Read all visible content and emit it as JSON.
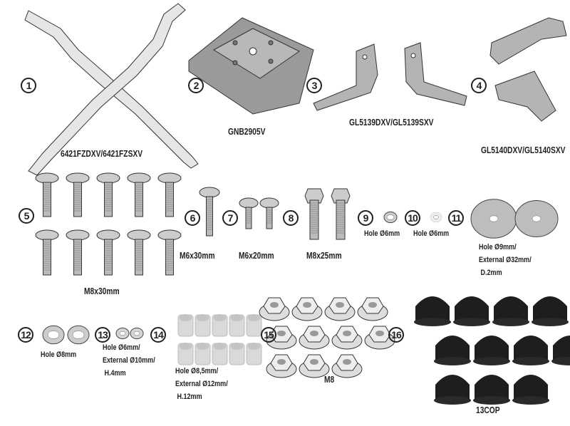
{
  "items": [
    {
      "number": "1",
      "label": "6421FZDXV/6421FZSXV"
    },
    {
      "number": "2",
      "label": "GNB2905V"
    },
    {
      "number": "3",
      "label": "GL5139DXV/GL5139SXV"
    },
    {
      "number": "4",
      "label": "GL5140DXV/GL5140SXV"
    },
    {
      "number": "5",
      "label": "M8x30mm"
    },
    {
      "number": "6",
      "label": "M6x30mm"
    },
    {
      "number": "7",
      "label": "M6x20mm"
    },
    {
      "number": "8",
      "label": "M8x25mm"
    },
    {
      "number": "9",
      "label": "Hole Ø6mm"
    },
    {
      "number": "10",
      "label": "Hole Ø6mm"
    },
    {
      "number": "11",
      "label_lines": [
        "Hole Ø9mm/",
        "External Ø32mm/",
        " D.2mm"
      ]
    },
    {
      "number": "12",
      "label": "Hole Ø8mm"
    },
    {
      "number": "13",
      "label_lines": [
        "Hole Ø6mm/",
        "External Ø10mm/",
        " H.4mm"
      ]
    },
    {
      "number": "14",
      "label_lines": [
        "Hole Ø8,5mm/",
        "External Ø12mm/",
        " H.12mm"
      ]
    },
    {
      "number": "15",
      "label": "M8"
    },
    {
      "number": "16",
      "label": "13COP"
    }
  ],
  "colors": {
    "metal": "#b4b4b4",
    "metal_dark": "#8c8c8c",
    "cap": "#1e1e1e",
    "outline": "#333333"
  }
}
